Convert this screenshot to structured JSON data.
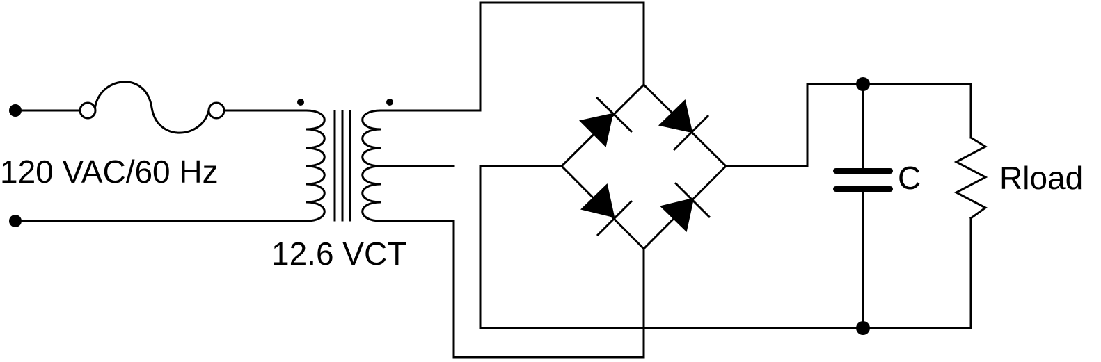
{
  "labels": {
    "source": "120 VAC/60 Hz",
    "transformer": "12.6 VCT",
    "capacitor": "C",
    "load": "Rload"
  },
  "colors": {
    "ink": "#000000",
    "background": "#ffffff"
  }
}
